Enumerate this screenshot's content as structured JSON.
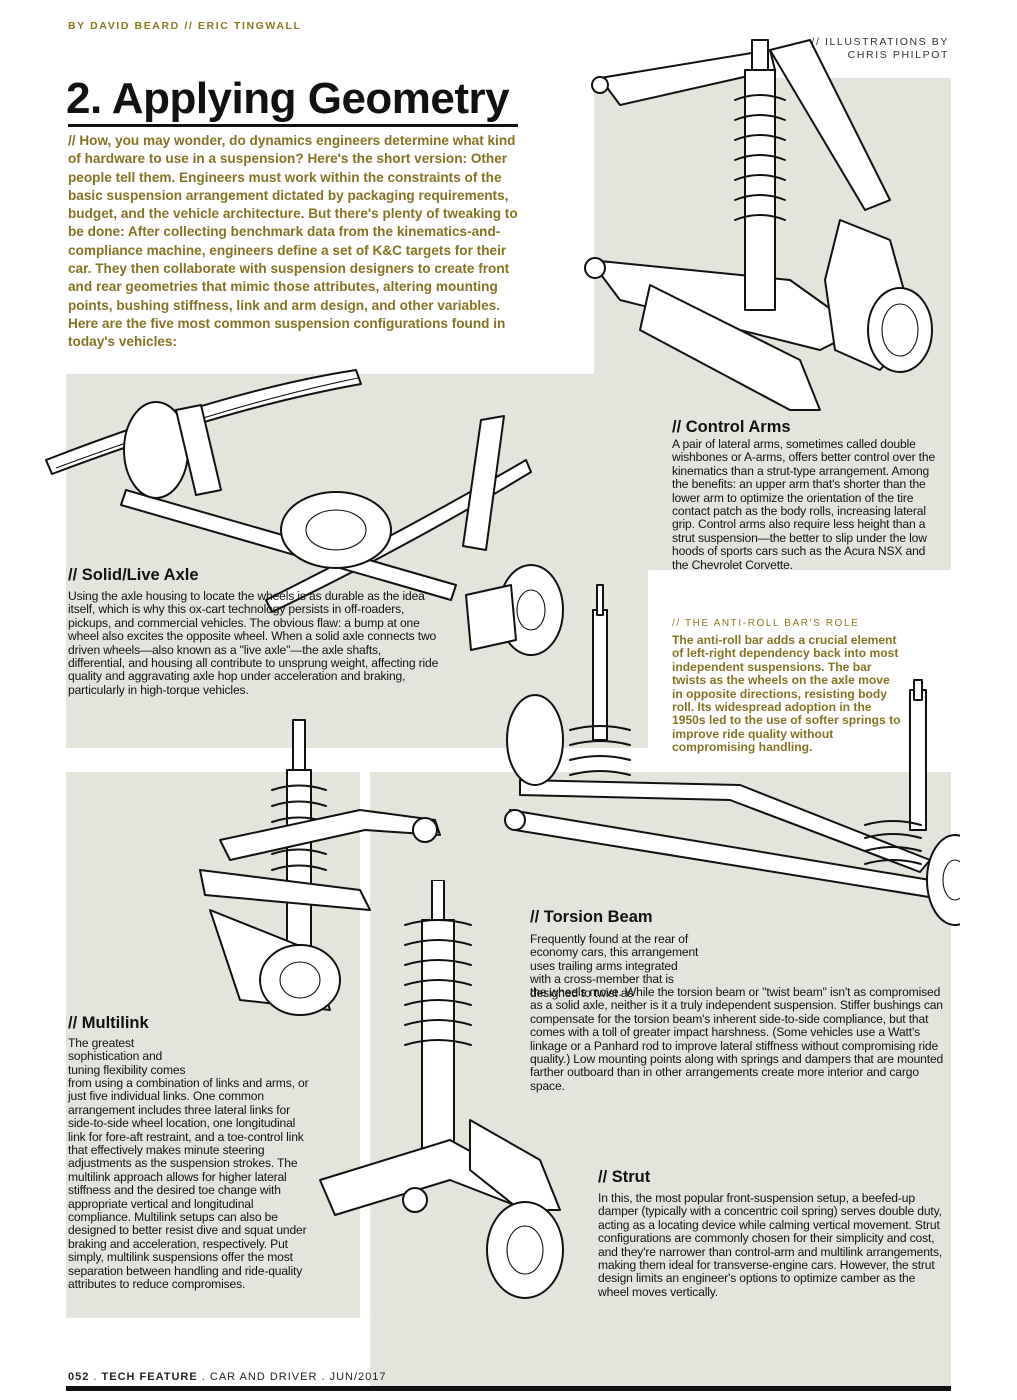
{
  "header": {
    "byline": "BY DAVID BEARD // ERIC TINGWALL",
    "credit_line1": "// ILLUSTRATIONS BY",
    "credit_line2": "CHRIS PHILPOT",
    "title": "2. Applying Geometry"
  },
  "intro": "// How, you may wonder, do dynamics engineers determine what kind of hardware to use in a suspension? Here's the short version: Other people tell them. Engineers must work within the constraints of the basic suspension arrangement dictated by packaging requirements, budget, and the vehicle architecture. But there's plenty of tweaking to be done: After collecting benchmark data from the kinematics-and-compliance machine, engineers define a set of K&C targets for their car. They then collaborate with suspension designers to create front and rear geometries that mimic those attributes, altering mounting points, bushing stiffness, link and arm design, and other variables. Here are the five most common suspension configurations found in today's vehicles:",
  "sections": {
    "control_arms": {
      "heading": "// Control Arms",
      "body": "A pair of lateral arms, sometimes called double wishbones or A-arms, offers better control over the kinematics than a strut-type arrangement. Among the benefits: an upper arm that's shorter than the lower arm to optimize the orientation of the tire contact patch as the body rolls, increasing lateral grip. Control arms also require less height than a strut suspension—the better to slip under the low hoods of sports cars such as the Acura NSX and the Chevrolet Corvette."
    },
    "solid_axle": {
      "heading": "// Solid/Live Axle",
      "body": "Using the axle housing to locate the wheels is as durable as the idea itself, which is why this ox-cart technology persists in off-roaders, pickups, and commercial vehicles. The obvious flaw: a bump at one wheel also excites the opposite wheel. When a solid axle connects two driven wheels—also known as a \"live axle\"—the axle shafts, differential, and housing all contribute to unsprung weight, affecting ride quality and aggravating axle hop under acceleration and braking, particularly in high-torque vehicles."
    },
    "anti_roll": {
      "heading": "// THE ANTI-ROLL BAR'S ROLE",
      "body": "The anti-roll bar adds a crucial element of left-right dependency back into most independent suspensions. The bar twists as the wheels on the axle move in opposite directions, resisting body roll. Its widespread adoption in the 1950s led to the use of softer springs to improve ride quality without compromising handling."
    },
    "torsion_beam": {
      "heading": "// Torsion Beam",
      "body_lead": "Frequently found at the rear of economy cars, this arrangement uses trailing arms integrated with a cross-member that is designed to twist as",
      "body": "the wheels move. While the torsion beam or \"twist beam\" isn't as compromised as a solid axle, neither is it a truly independent suspension. Stiffer bushings can compensate for the torsion beam's inherent side-to-side compliance, but that comes with a toll of greater impact harshness. (Some vehicles use a Watt's linkage or a Panhard rod to improve lateral stiffness without compromising ride quality.) Low mounting points along with springs and dampers that are mounted farther outboard than in other arrangements create more interior and cargo space."
    },
    "multilink": {
      "heading": "// Multilink",
      "body_lead": "The greatest sophistication and tuning flexibility comes",
      "body": "from using a combination of links and arms, or just five individual links. One common arrangement includes three lateral links for side-to-side wheel location, one longitudinal link for fore-aft restraint, and a toe-control link that effectively makes minute steering adjustments as the suspension strokes. The multilink approach allows for higher lateral stiffness and the desired toe change with appropriate vertical and longitudinal compliance. Multilink setups can also be designed to better resist dive and squat under braking and acceleration, respectively. Put simply, multilink suspensions offer the most separation between handling and ride-quality attributes to reduce compromises."
    },
    "strut": {
      "heading": "// Strut",
      "body": "In this, the most popular front-suspension setup, a beefed-up damper (typically with a concentric coil spring) serves double duty, acting as a locating device while calming vertical movement. Strut configurations are commonly chosen for their simplicity and cost, and they're narrower than control-arm and multilink arrangements, making them ideal for transverse-engine cars. However, the strut design limits an engineer's options to optimize camber as the wheel moves vertically."
    }
  },
  "footer": {
    "page": "052",
    "section": "TECH FEATURE",
    "magazine": "CAR AND DRIVER",
    "issue": "JUN/2017"
  },
  "colors": {
    "panel": "#e4e3dc",
    "accent_olive": "#867321",
    "ink": "#111111"
  }
}
